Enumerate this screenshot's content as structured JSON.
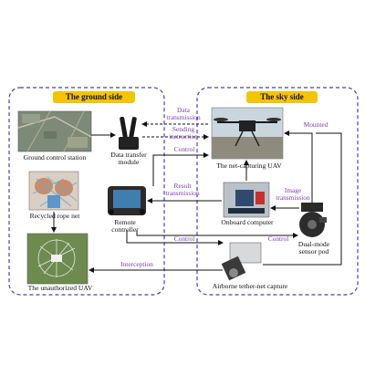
{
  "sides": {
    "ground": "The ground side",
    "sky": "The sky side"
  },
  "components": {
    "ground_control_station": "Ground control station",
    "data_transfer_module": "Data transfer module",
    "recycled_rope_net": "Recycled rope net",
    "remote_controller": "Remote controller",
    "unauthorized_uav": "The unauthorized UAV",
    "net_capturing_uav": "The net-capturing UAV",
    "onboard_computer": "Onboard computer",
    "dual_mode_pod": "Dual-mode sensor pod",
    "tether_net_capture": "Airborne tether-net capture"
  },
  "flows": {
    "data_transmission": "Data transmission",
    "sending_instruction": "Sending instruction",
    "control_top": "Control",
    "result_transmission": "Result transmission",
    "image_transmission": "Image transmission",
    "mounted": "Mounted",
    "control_bottom": "Control",
    "interception": "Interception"
  },
  "colors": {
    "frame": "#4a3fb0",
    "label": "#7a3fb0",
    "title_bg": "#f5c400"
  }
}
